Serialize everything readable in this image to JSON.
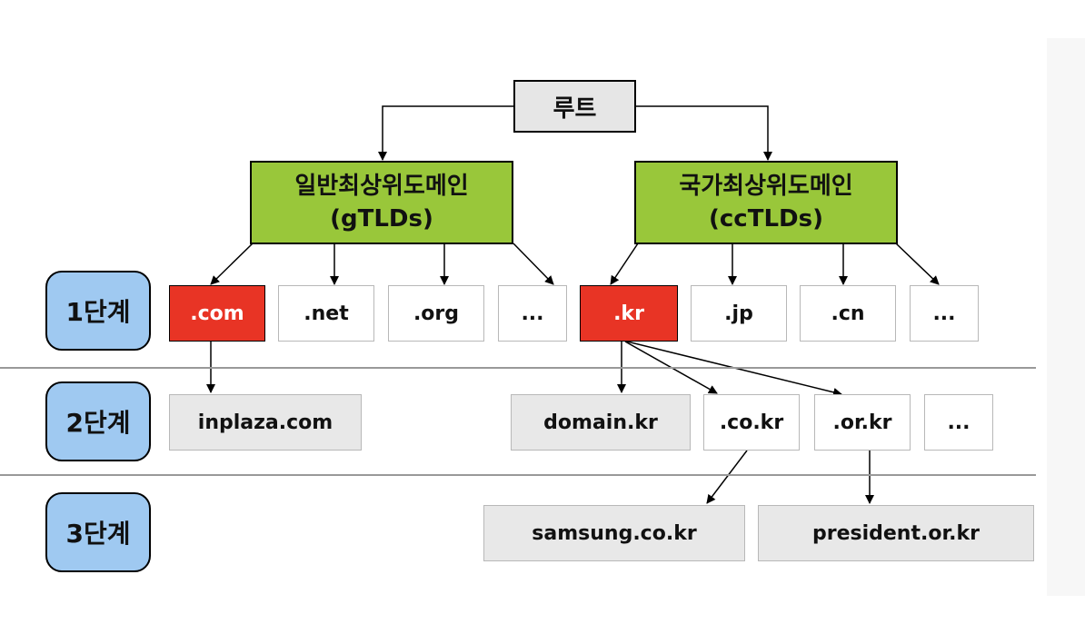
{
  "root": {
    "label": "루트"
  },
  "gtld": {
    "line1": "일반최상위도메인",
    "line2": "(gTLDs)"
  },
  "cctld": {
    "line1": "국가최상위도메인",
    "line2": "(ccTLDs)"
  },
  "levels": [
    "1단계",
    "2단계",
    "3단계"
  ],
  "level1": {
    "com": ".com",
    "net": ".net",
    "org": ".org",
    "gmore": "...",
    "kr": ".kr",
    "jp": ".jp",
    "cn": ".cn",
    "ccmore": "..."
  },
  "level2": {
    "inplaza": "inplaza.com",
    "domain": "domain.kr",
    "cokr": ".co.kr",
    "orkr": ".or.kr",
    "more": "..."
  },
  "level3": {
    "samsung": "samsung.co.kr",
    "president": "president.or.kr"
  },
  "colors": {
    "tld_green": "#99c73a",
    "highlight_red": "#e83425",
    "level_blue": "#9fc9f1",
    "gray_box": "#e8e8e8"
  }
}
